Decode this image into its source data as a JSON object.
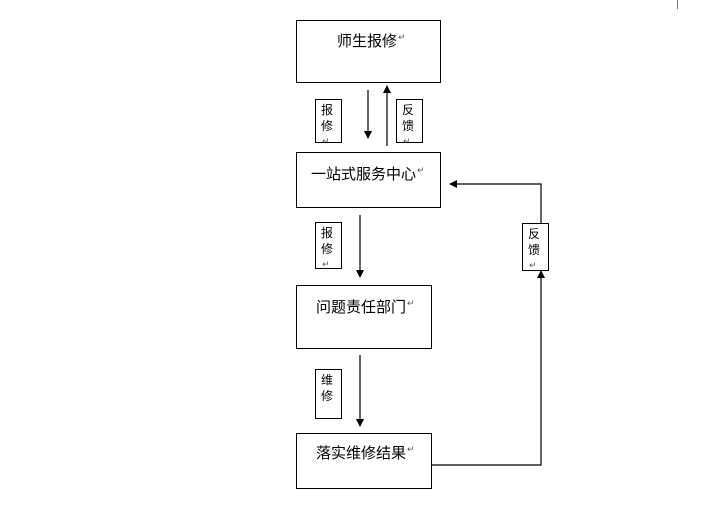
{
  "nodes": {
    "report": "师生报修",
    "center": "一站式服务中心",
    "department": "问题责任部门",
    "result": "落实维修结果"
  },
  "labels": {
    "report1": [
      "报",
      "修"
    ],
    "feedback1": [
      "反",
      "馈"
    ],
    "report2": [
      "报",
      "修"
    ],
    "repair": [
      "维",
      "修"
    ],
    "feedback2": [
      "反",
      "馈"
    ]
  },
  "paragraph_mark": "↵"
}
